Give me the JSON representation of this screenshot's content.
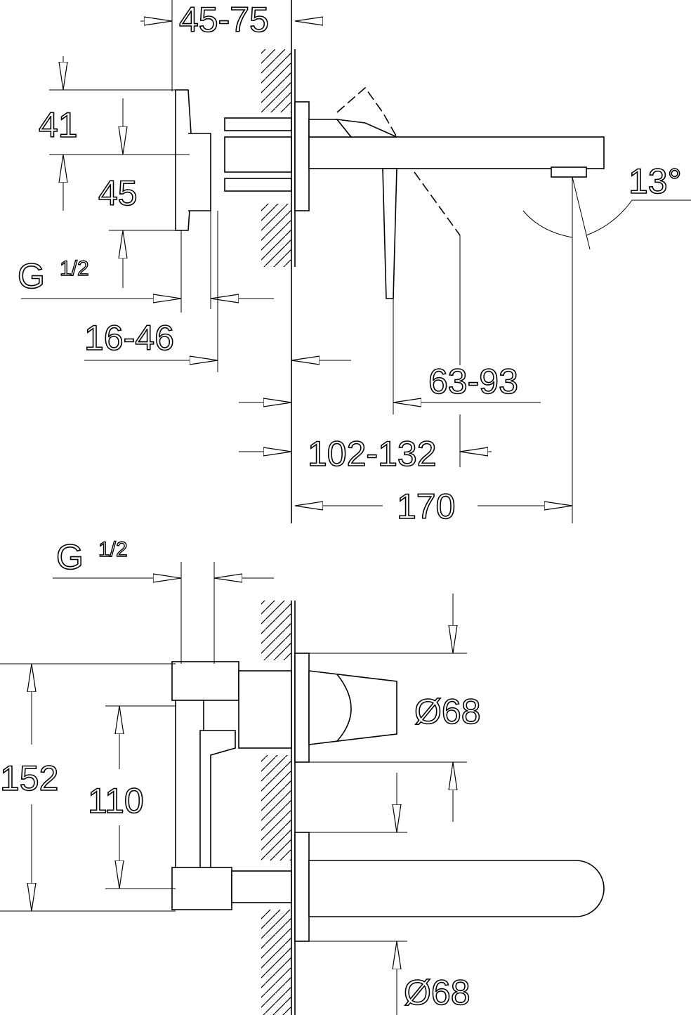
{
  "side_view": {
    "dim_wall_depth": "45-75",
    "dim_upper": "41",
    "dim_lower": "45",
    "thread_label": "G",
    "thread_fraction": "1/2",
    "dim_body_offset": "16-46",
    "dim_handle": "63-93",
    "dim_lever": "102-132",
    "dim_spout_length": "170",
    "dim_angle": "13°"
  },
  "front_view": {
    "thread_label": "G",
    "thread_fraction": "1/2",
    "dim_handle_rosette": "Ø68",
    "dim_total_height": "152",
    "dim_inner_height": "110",
    "dim_spout_rosette": "Ø68"
  }
}
